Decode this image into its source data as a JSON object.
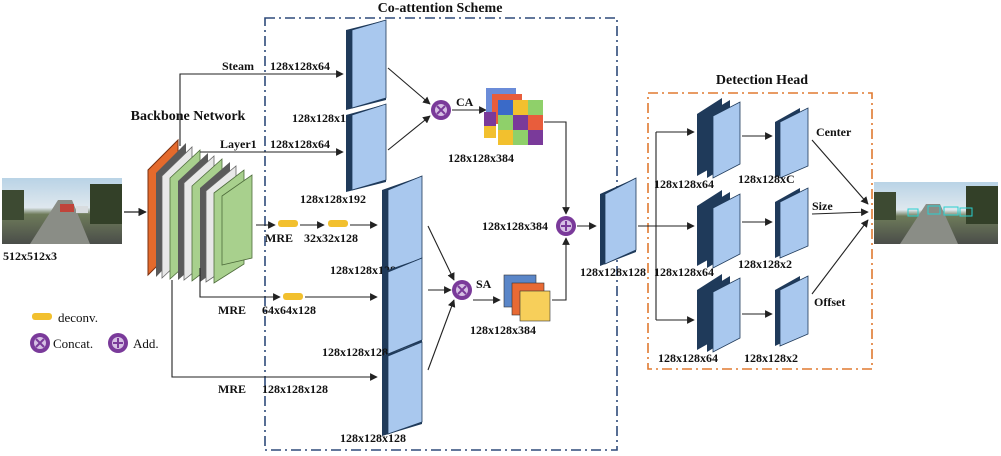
{
  "titles": {
    "co_attention": "Co-attention Scheme",
    "detection_head": "Detection Head",
    "backbone": "Backbone Network"
  },
  "labels": {
    "input_size": "512x512x3",
    "steam": "Steam",
    "steam_dim": "128x128x64",
    "layer1": "Layer1",
    "layer1_dim": "128x128x64",
    "block1_dim": "128x128x192",
    "block2_dim": "128x128x192",
    "ca": "CA",
    "ca_out": "128x128x384",
    "mre1": "MRE",
    "mre1_dim": "32x32x128",
    "mre2": "MRE",
    "mre2_dim": "64x64x128",
    "mre3": "MRE",
    "mre3_dim": "128x128x128",
    "sblock1_dim": "128x128x128",
    "sblock2_dim": "128x128x128",
    "sblock3_dim": "128x128x128",
    "sa": "SA",
    "sa_out": "128x128x384",
    "add_in": "128x128x384",
    "fused_dim": "128x128x128",
    "h1_dim": "128x128x64",
    "h2_dim": "128x128x64",
    "h3_dim": "128x128x64",
    "center_dim": "128x128xC",
    "size_dim": "128x128x2",
    "offset_dim": "128x128x2",
    "center": "Center",
    "size": "Size",
    "offset": "Offset"
  },
  "legend": {
    "deconv": "deconv.",
    "concat": "Concat.",
    "add": "Add."
  },
  "colors": {
    "block_face": "#a9c8ee",
    "block_side": "#1f3a5a",
    "coattention_border": "#2e4a7a",
    "detection_border": "#e07a30",
    "op_circle": "#7a3a9a",
    "deconv": "#f2c02e",
    "backbone_orange": "#e46a2c",
    "backbone_green": "#a8d08d"
  }
}
